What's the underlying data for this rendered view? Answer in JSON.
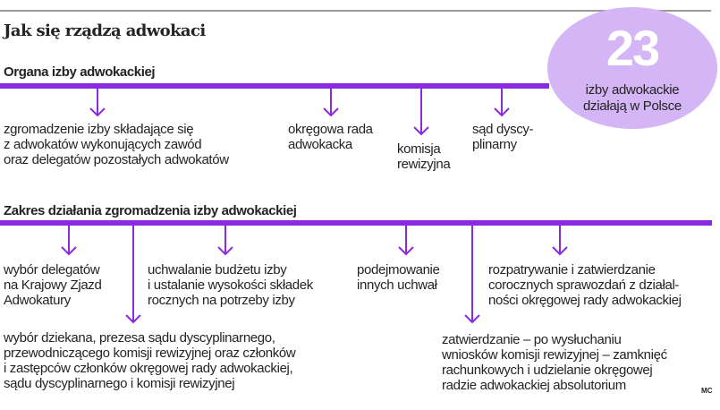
{
  "title": "Jak się rządzą adwokaci",
  "colors": {
    "accent": "#8a2be2",
    "circle": "#d4b5f6",
    "text": "#232323"
  },
  "stat": {
    "value": "23",
    "label": "izby adwokackie\ndziałają w Polsce"
  },
  "organs": {
    "heading": "Organa izby adwokackiej",
    "items": [
      "zgromadzenie izby składające się\nz adwokatów wykonujących zawód\noraz delegatów pozostałych adwokatów",
      "okręgowa rada\nadwokacka",
      "komisja\nrewizyjna",
      "sąd dyscy-\nplinarny"
    ]
  },
  "scope": {
    "heading": "Zakres działania zgromadzenia izby adwokackiej",
    "items": [
      "wybór delegatów\nna Krajowy Zjazd\nAdwokatury",
      "wybór dziekana, prezesa sądu dyscyplinarnego,\nprzewodniczącego komisji rewizyjnej oraz członków\ni zastępców członków okręgowej rady adwokackiej,\nsądu dyscyplinarnego i komisji rewizyjnej",
      "uchwalanie budżetu izby\ni ustalanie wysokości składek\nrocznych na potrzeby izby",
      "podejmowanie\ninnych uchwał",
      "zatwierdzanie – po wysłuchaniu\nwniosków komisji rewizyjnej – zamknięć\nrachunkowych i udzielanie okręgowej\nradzie adwokackiej absolutorium",
      "rozpatrywanie i zatwierdzanie\ncorocznych sprawozdań z działal-\nności okręgowej rady adwokackiej"
    ]
  },
  "credit": "MC"
}
